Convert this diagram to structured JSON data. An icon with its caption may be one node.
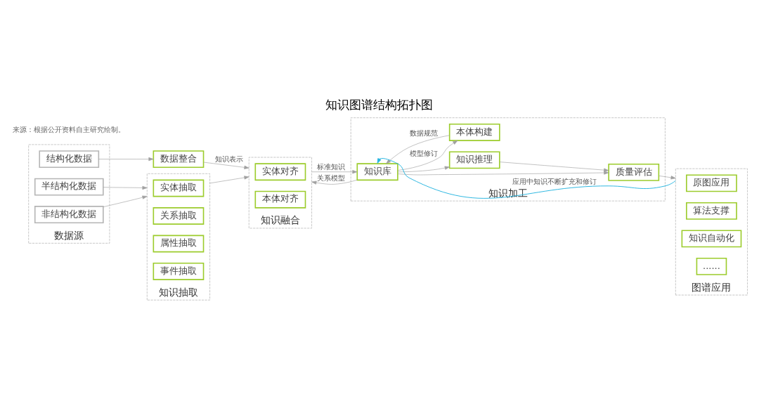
{
  "diagram": {
    "title": "知识图谱结构拓扑图",
    "nodes": [
      {
        "text": [
          "数据源"
        ]
      },
      {
        "text": [
          "结构化数据"
        ],
        "in": 0
      },
      {
        "text": [
          "半结构化数据"
        ],
        "in": 0
      },
      {
        "text": [
          "非结构化数据"
        ],
        "in": 0
      },
      {
        "text": [
          "数据整合"
        ]
      },
      {
        "text": [
          "知识抽取"
        ]
      },
      {
        "text": [
          "实体抽取"
        ],
        "in": 5
      },
      {
        "text": [
          "关系抽取"
        ],
        "in": 5
      },
      {
        "text": [
          "属性抽取"
        ],
        "in": 5
      },
      {
        "text": [
          "事件抽取"
        ],
        "in": 5
      },
      {
        "text": [
          "知识融合"
        ]
      },
      {
        "text": [
          "实体对齐"
        ],
        "in": 10
      },
      {
        "text": [
          "本体对齐"
        ],
        "in": 10
      },
      {
        "text": [
          "知识加工"
        ]
      },
      {
        "text": [
          "知识推理"
        ],
        "in": 13
      },
      {
        "text": [
          "知识库"
        ],
        "in": 13
      },
      {
        "text": [
          "质量评估"
        ],
        "in": 13
      },
      {
        "text": [
          "本体构建"
        ],
        "in": 13
      },
      {
        "text": [
          "图谱应用"
        ]
      },
      {
        "text": [
          "原图应用"
        ],
        "in": 18
      },
      {
        "text": [
          "算法支撑"
        ],
        "in": 18
      },
      {
        "text": [
          "知识自动化"
        ],
        "in": 18
      },
      {
        "text": [
          "......"
        ],
        "in": 18
      }
    ],
    "edges": [
      {
        "from": 1,
        "to": 4,
        "arrow": "to"
      },
      {
        "from": 2,
        "to": 5,
        "arrow": "to"
      },
      {
        "from": 3,
        "to": 5,
        "arrow": "to"
      },
      {
        "from": 4,
        "to": 10,
        "arrow": "to",
        "label": "知识表示"
      },
      {
        "from": 5,
        "to": 10,
        "arrow": "to"
      },
      {
        "from": 10,
        "to": 15,
        "arrow": "to",
        "label": "标准知识"
      },
      {
        "from": 15,
        "to": 10,
        "arrow": "to",
        "label": "关系模型"
      },
      {
        "from": 15,
        "to": 14,
        "arrow": "to"
      },
      {
        "from": 14,
        "to": 16,
        "arrow": "to"
      },
      {
        "from": 15,
        "to": 16,
        "arrow": "to"
      },
      {
        "from": 17,
        "to": 15,
        "arrow": "to",
        "label": "数据规范"
      },
      {
        "from": 15,
        "to": 17,
        "arrow": "to",
        "label": "模型修订"
      },
      {
        "from": 16,
        "to": 18,
        "arrow": "to"
      },
      {
        "from": 18,
        "to": 15,
        "arrow": "to",
        "label": "应用中知识不断扩充和修订",
        "color": "#29b6e0"
      }
    ],
    "labels": [
      "来源：根据公开资料自主研究绘制。"
    ]
  }
}
